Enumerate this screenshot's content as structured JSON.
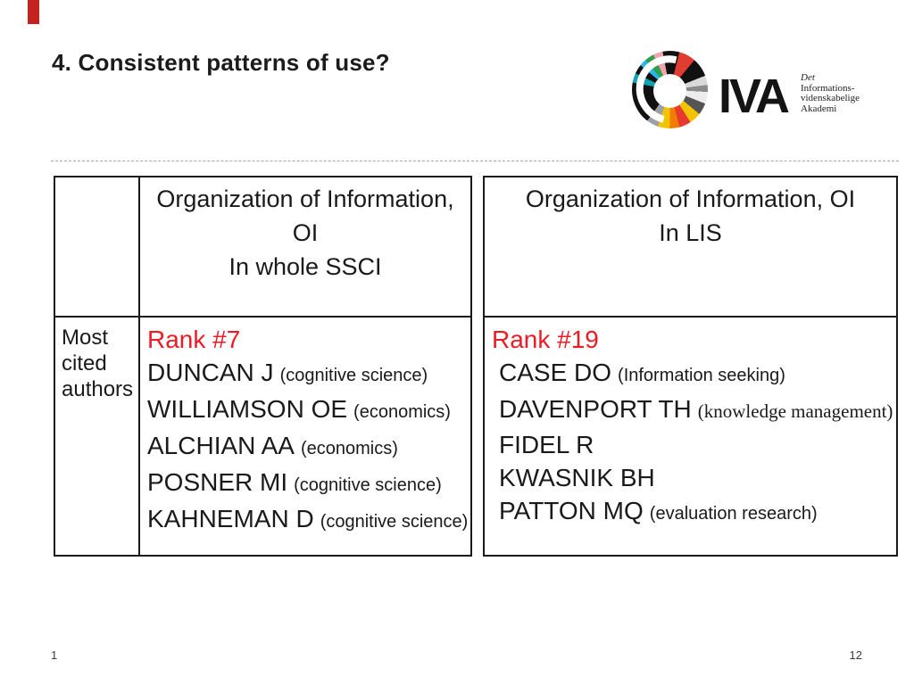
{
  "slide": {
    "title": "4. Consistent patterns of use?",
    "page_number_left": "1",
    "page_number_right": "12",
    "accent_red": "#ed1c24",
    "tab_red": "#c4211f"
  },
  "logo": {
    "brand": "IVA",
    "tagline_lines": [
      "Det",
      "Informations-",
      "videnskabelige",
      "Akademi"
    ]
  },
  "tables": {
    "left": {
      "header_lines": [
        "Organization of Information,",
        "OI",
        "In whole SSCI"
      ],
      "row_label": "Most cited authors",
      "rank": "Rank #7",
      "authors": [
        {
          "name": "DUNCAN J",
          "note": "(cognitive science)"
        },
        {
          "name": "WILLIAMSON OE",
          "note": "(economics)"
        },
        {
          "name": "ALCHIAN AA",
          "note": "(economics)"
        },
        {
          "name": "POSNER MI",
          "note": "(cognitive science)"
        },
        {
          "name": "KAHNEMAN D",
          "note": "(cognitive science)"
        }
      ]
    },
    "right": {
      "header_lines": [
        "Organization of Information, OI",
        "In LIS"
      ],
      "rank": "Rank #19",
      "authors": [
        {
          "name": "CASE DO",
          "note": "(Information seeking)"
        },
        {
          "name": "DAVENPORT TH",
          "note": "(knowledge management)",
          "note_serif": true
        },
        {
          "name": "FIDEL R",
          "note": ""
        },
        {
          "name": "KWASNIK BH",
          "note": ""
        },
        {
          "name": "PATTON MQ",
          "note": "(evaluation research)"
        }
      ]
    }
  }
}
